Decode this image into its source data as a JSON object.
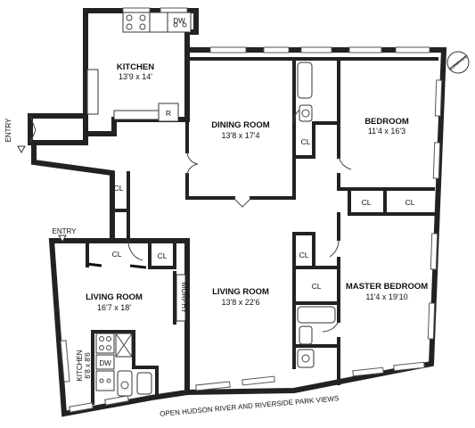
{
  "rooms": {
    "kitchen": {
      "name": "KITCHEN",
      "dims": "13'9 x 14'"
    },
    "dining": {
      "name": "DINING ROOM",
      "dims": "13'8 x 17'4"
    },
    "bedroom": {
      "name": "BEDROOM",
      "dims": "11'4 x 16'3"
    },
    "living_left": {
      "name": "LIVING ROOM",
      "dims": "16'7 x 18'"
    },
    "living_center": {
      "name": "LIVING ROOM",
      "dims": "13'8 x 22'6"
    },
    "master": {
      "name": "MASTER BEDROOM",
      "dims": "11'4 x 19'10"
    },
    "kitchenette": {
      "name": "KITCHEN",
      "dims": "6'8 x 8'6"
    }
  },
  "labels": {
    "entry_top": "ENTRY",
    "entry_side": "ENTRY",
    "closet": "CL",
    "murphy": "MURPHY",
    "dw": "DW",
    "refrigerator": "R",
    "compass": "COMPASS",
    "views": "OPEN HUDSON RIVER AND RIVERSIDE PARK VIEWS"
  }
}
